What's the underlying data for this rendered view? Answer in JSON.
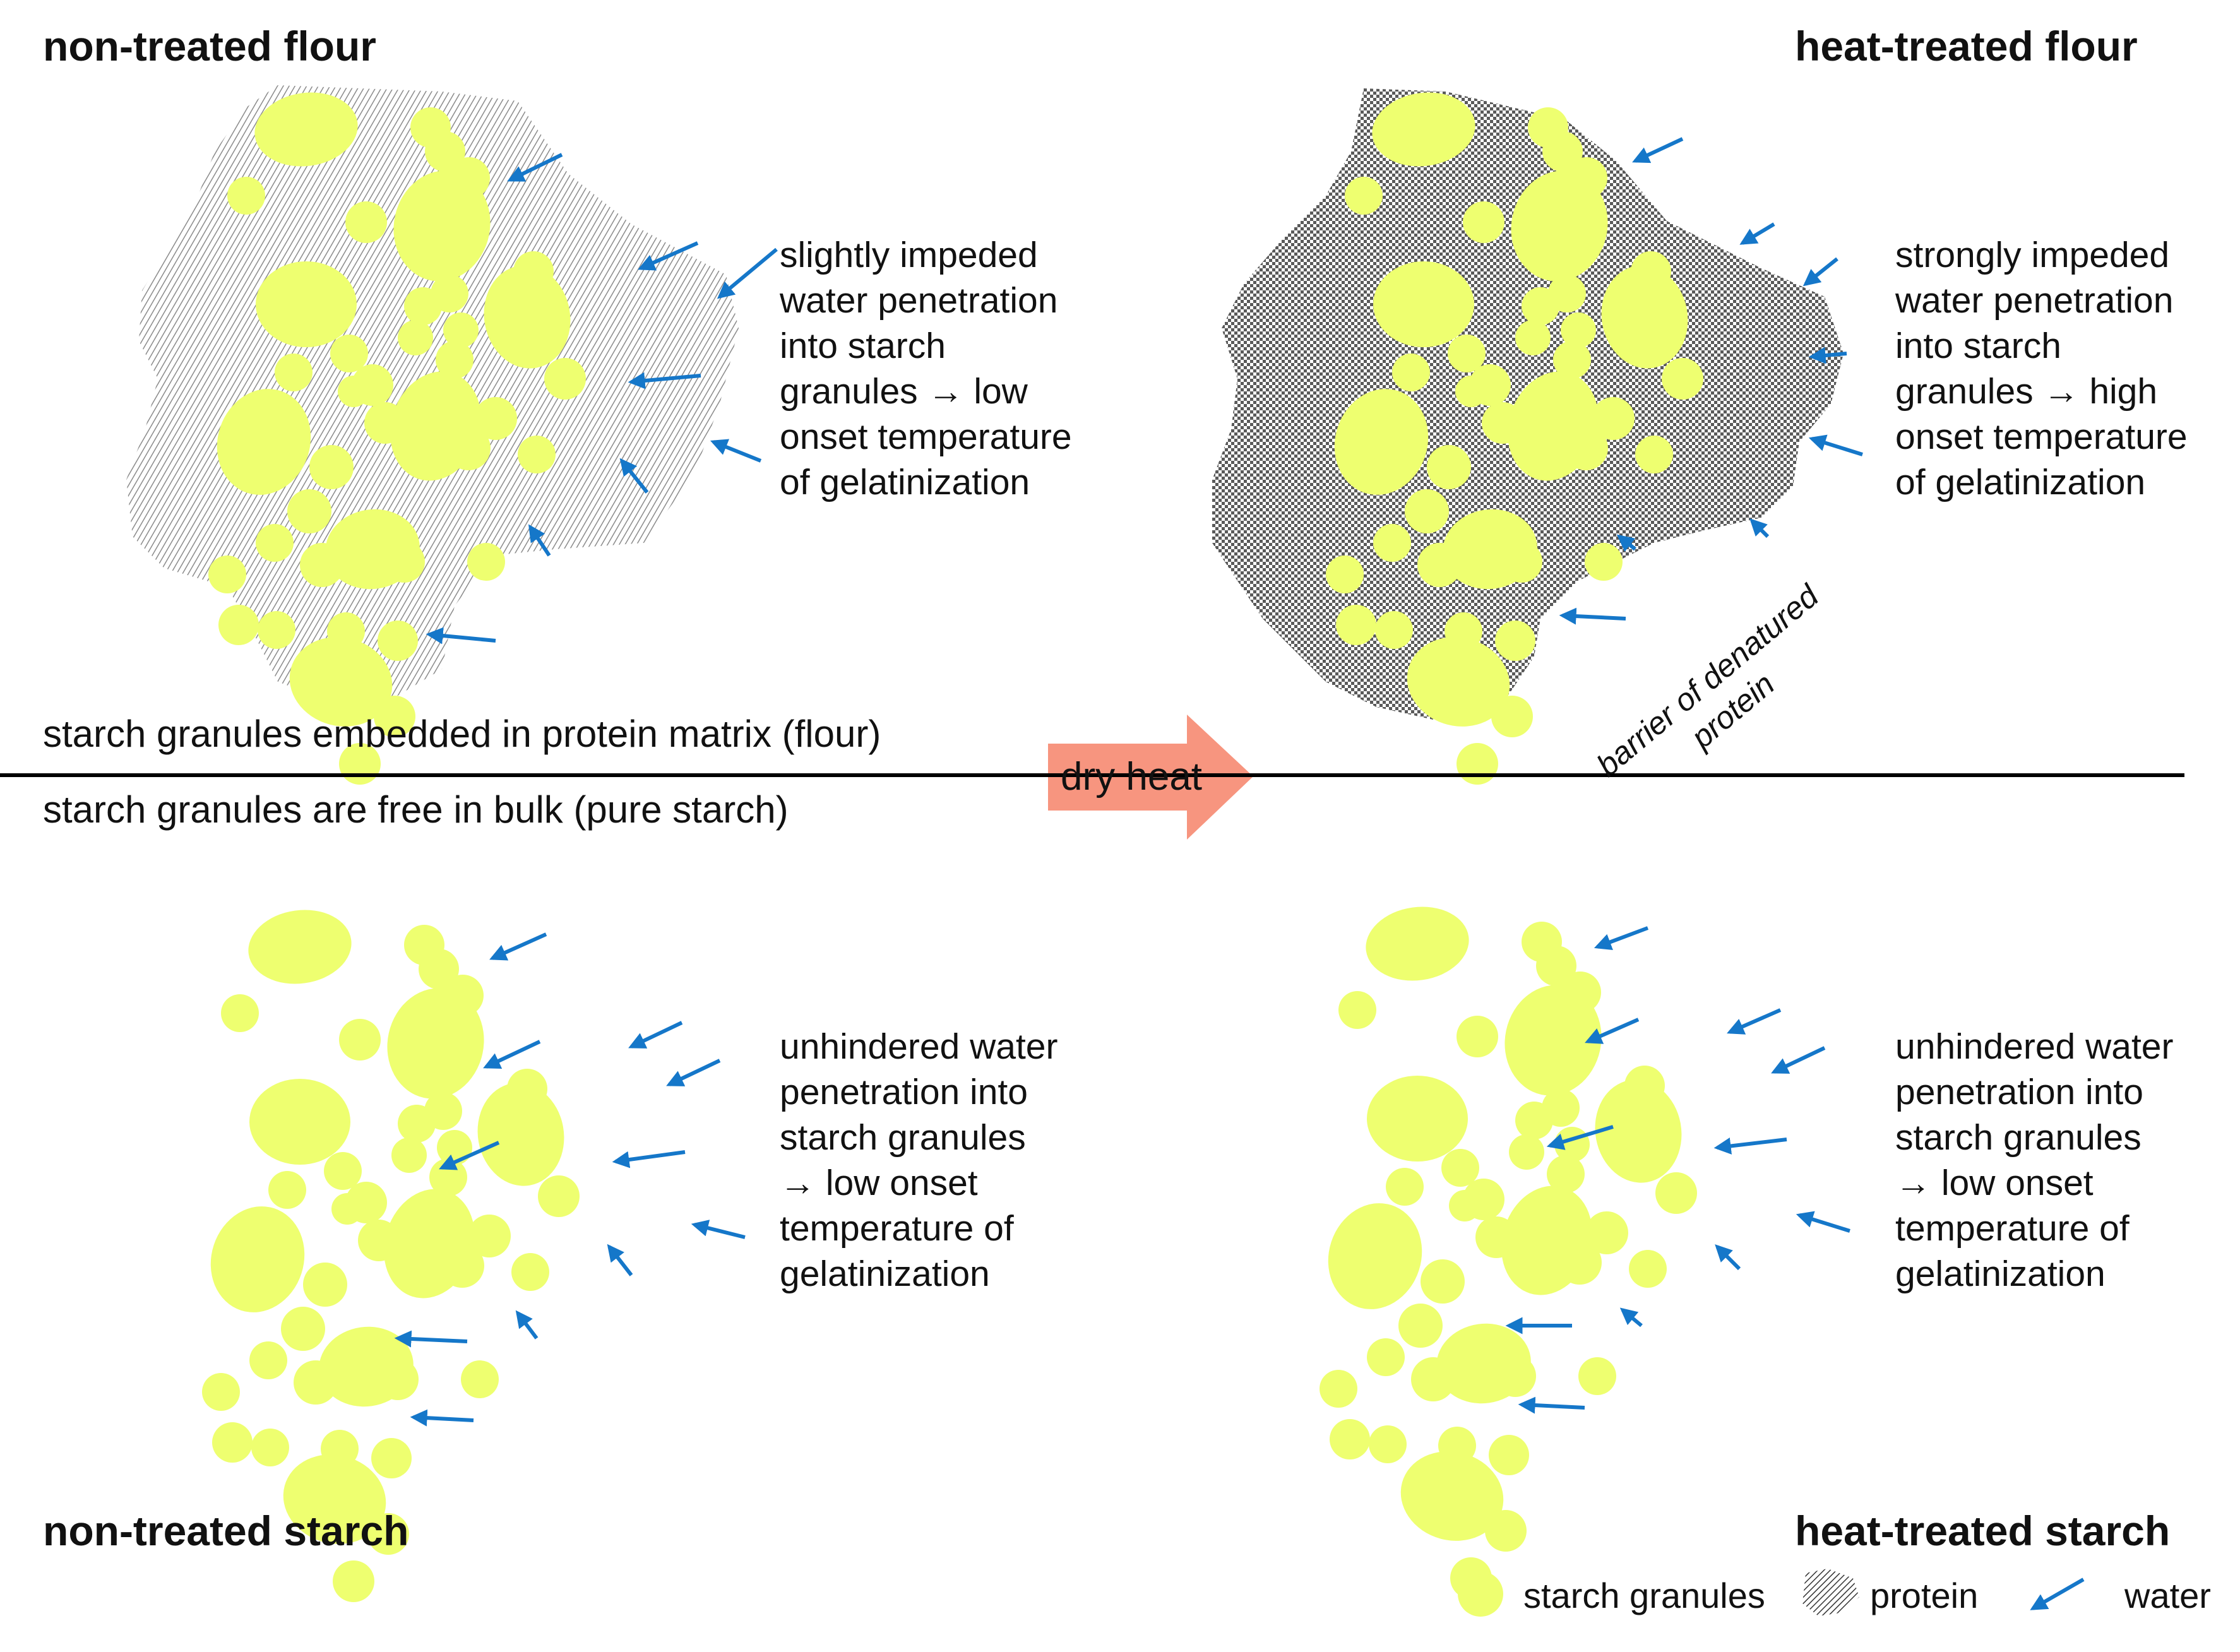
{
  "titles": {
    "top_left": "non-treated flour",
    "top_right": "heat-treated flour",
    "bottom_left": "non-treated starch",
    "bottom_right": "heat-treated starch"
  },
  "captions": {
    "flour": "starch granules embedded in protein matrix (flour)",
    "starch": "starch granules are free in bulk (pure starch)"
  },
  "process_arrow": "dry heat",
  "descriptions": {
    "top_left": [
      "slightly impeded",
      "water penetration",
      "into starch",
      "granules → low",
      "onset temperature",
      "of gelatinization"
    ],
    "top_right": [
      "strongly impeded",
      "water penetration",
      "into starch",
      "granules → high",
      "onset temperature",
      "of gelatinization"
    ],
    "bottom_left": [
      "unhindered water",
      "penetration into",
      "starch granules",
      "→ low onset",
      "temperature of",
      "gelatinization"
    ],
    "bottom_right": [
      "unhindered water",
      "penetration into",
      "starch granules",
      "→ low onset",
      "temperature of",
      "gelatinization"
    ]
  },
  "barrier_label": [
    "barrier of denatured",
    "protein"
  ],
  "legend": {
    "starch": "starch granules",
    "protein": "protein",
    "water": "water"
  },
  "colors": {
    "granule": "#eeff70",
    "arrow": "#1577c9",
    "process_arrow": "#f7957f",
    "protein_light": "#9a9a9a",
    "protein_dark": "#555555"
  }
}
